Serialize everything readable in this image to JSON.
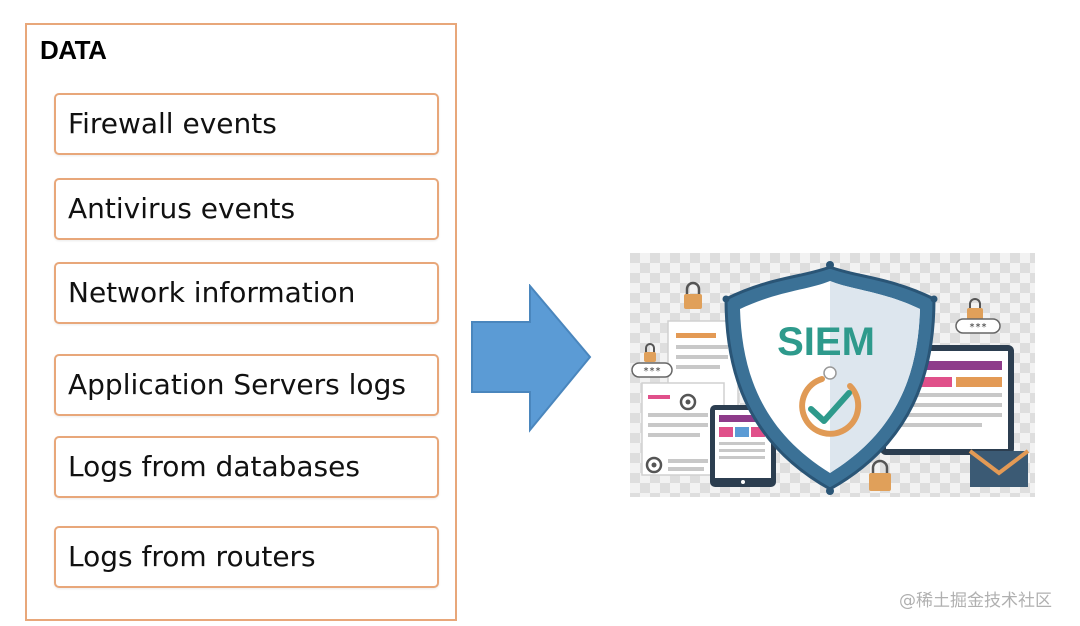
{
  "panel": {
    "title": "DATA",
    "items": [
      {
        "label": "Firewall events"
      },
      {
        "label": "Antivirus events"
      },
      {
        "label": "Network information"
      },
      {
        "label": "Application Servers logs"
      },
      {
        "label": "Logs from databases"
      },
      {
        "label": "Logs from routers"
      }
    ]
  },
  "siem_image": {
    "label": "SIEM",
    "password_mask_1": "***",
    "password_mask_2": "***"
  },
  "colors": {
    "border": "#e8a77a",
    "arrow": "#5b9bd5",
    "shield_outer": "#3b7196",
    "siem_text": "#2e9a8c",
    "check_ring": "#e09a55",
    "check_mark": "#2e9a8c",
    "lock": "#e0a05a"
  },
  "watermark": "@稀土掘金技术社区"
}
